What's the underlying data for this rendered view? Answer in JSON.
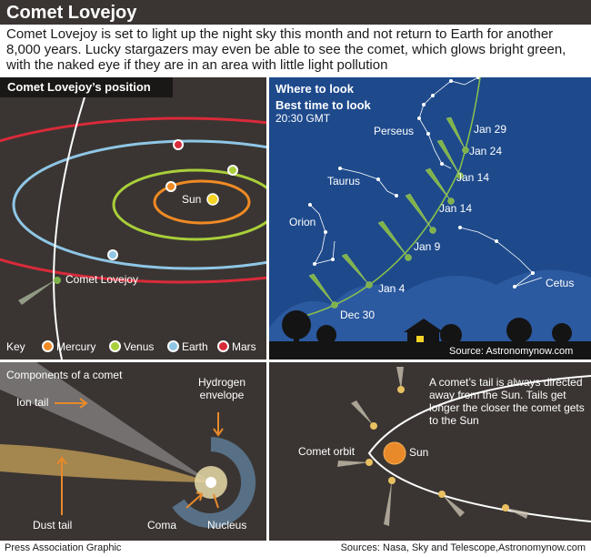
{
  "title": "Comet Lovejoy",
  "intro": "Comet Lovejoy is set to light up the night sky this month and not return to Earth for another 8,000 years. Lucky stargazers may even be able to see the comet, which glows bright green, with the naked eye if they are in an area with little light pollution",
  "position_panel": {
    "heading": "Comet Lovejoy’s position",
    "sun_label": "Sun",
    "comet_label": "Comet Lovejoy",
    "key_label": "Key",
    "key_items": [
      {
        "label": "Mercury",
        "color": "#f08a24"
      },
      {
        "label": "Venus",
        "color": "#a9cf3a"
      },
      {
        "label": "Earth",
        "color": "#8fc6e6"
      },
      {
        "label": "Mars",
        "color": "#d92a3a"
      }
    ]
  },
  "sky_panel": {
    "heading": "Where to look",
    "best_time": "Best time to look",
    "time": "20:30 GMT",
    "constellations": [
      "Perseus",
      "Taurus",
      "Orion",
      "Cetus"
    ],
    "dates": [
      "Jan 29",
      "Jan 24",
      "Jan 14",
      "Jan 14",
      "Jan 9",
      "Jan 4",
      "Dec 30"
    ],
    "source": "Source: Astronomynow.com"
  },
  "components_panel": {
    "heading": "Components of a comet",
    "ion_tail": "Ion tail",
    "hydrogen": "Hydrogen envelope",
    "dust_tail": "Dust tail",
    "coma": "Coma",
    "nucleus": "Nucleus"
  },
  "tail_panel": {
    "note": "A comet’s tail is always directed away from the Sun. Tails get longer the closer the comet gets to the Sun",
    "orbit_label": "Comet orbit",
    "sun_label": "Sun"
  },
  "footer": {
    "left": "Press Association Graphic",
    "right": "Sources: Nasa, Sky and Telescope,Astronomynow.com"
  },
  "colors": {
    "background_dark": "#3a3532",
    "sky_blue": "#1e4a8c",
    "comet_green": "#7fb34a",
    "accent_orange": "#e8892a"
  }
}
